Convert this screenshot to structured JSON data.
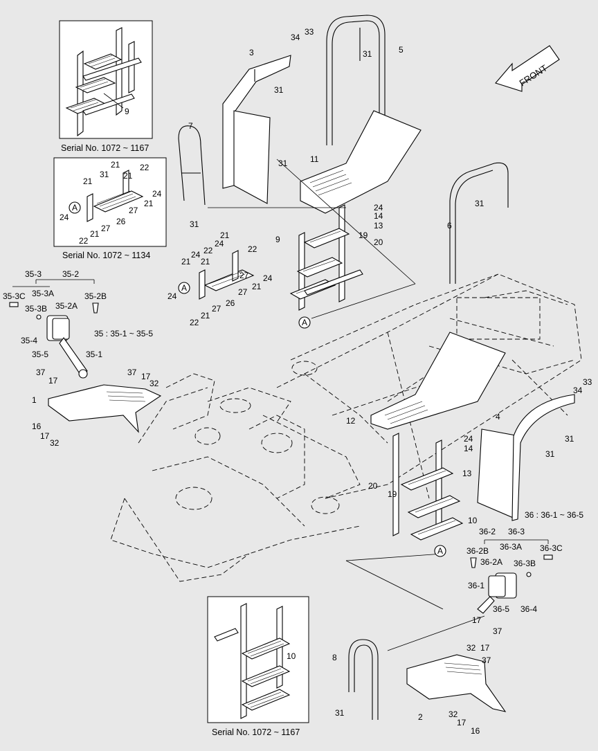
{
  "direction_arrow": {
    "label": "FRONT"
  },
  "callouts": {
    "c34a": "34",
    "c33a": "33",
    "c3": "3",
    "c5": "5",
    "c31a": "31",
    "c31b": "31",
    "c31c": "31",
    "c7": "7",
    "c11": "11",
    "c31d": "31",
    "c24a": "24",
    "c14a": "14",
    "c13a": "13",
    "c9b": "9",
    "c19a": "19",
    "c20a": "20",
    "c6": "6",
    "c31e": "31",
    "c4": "4",
    "c31f": "31",
    "c31g": "31",
    "c33b": "33",
    "c34b": "34",
    "c12": "12",
    "c24b": "24",
    "c14b": "14",
    "c13b": "13",
    "c20b": "20",
    "c19b": "19",
    "c10b": "10",
    "c1": "1",
    "c16a": "16",
    "c17a": "17",
    "c32a": "32",
    "c37a": "37",
    "c17b": "17",
    "c32b": "32",
    "c35_3": "35-3",
    "c35_2": "35-2",
    "c35_3c": "35-3C",
    "c35_3a": "35-3A",
    "c35_3b": "35-3B",
    "c35_2a": "35-2A",
    "c35_2b": "35-2B",
    "c35_4": "35-4",
    "c35_5": "35-5",
    "c35_1": "35-1",
    "c37b": "37",
    "c17c": "17",
    "c35_range": "35 : 35-1 ~ 35-5",
    "c21a": "21",
    "c24c": "24",
    "c22a": "22",
    "c22b": "22",
    "c21b": "21",
    "c24d": "24",
    "c21c": "21",
    "c27a": "27",
    "c26a": "26",
    "c24e": "24",
    "c21d": "21",
    "c27b": "27",
    "c22c": "22",
    "c36_range": "36 : 36-1 ~ 36-5",
    "c36_2": "36-2",
    "c36_3": "36-3",
    "c36_2b": "36-2B",
    "c36_3a": "36-3A",
    "c36_3c": "36-3C",
    "c36_2a": "36-2A",
    "c36_3b": "36-3B",
    "c36_1": "36-1",
    "c36_5": "36-5",
    "c36_4": "36-4",
    "c17d": "17",
    "c37c": "37",
    "c8": "8",
    "c31h": "31",
    "c2": "2",
    "c32c": "32",
    "c17e": "17",
    "c16b": "16",
    "c32d": "32",
    "c17f": "17",
    "c37d": "37"
  },
  "inset_top_left": {
    "callout": "9",
    "caption": "Serial No. 1072 ~ 1167"
  },
  "inset_mid_left": {
    "callouts": {
      "i21a": "21",
      "i31": "31",
      "i21b": "21",
      "i22": "22",
      "i21c": "21",
      "i24a": "24",
      "i27a": "27",
      "i21d": "21",
      "i24b": "24",
      "i26": "26",
      "i27b": "27",
      "i22b": "22",
      "i21e": "21"
    },
    "marker": "A",
    "caption": "Serial No. 1072 ~ 1134"
  },
  "inset_bottom": {
    "callout": "10",
    "caption": "Serial No. 1072 ~ 1167"
  },
  "markers": {
    "mA1": "A",
    "mA2": "A",
    "mA3": "A"
  }
}
